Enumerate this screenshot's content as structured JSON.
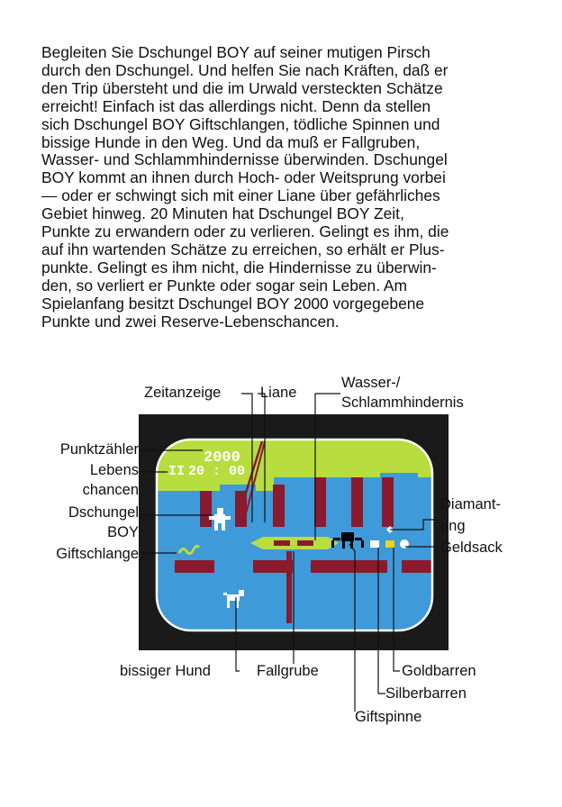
{
  "intro_lines": [
    "Begleiten Sie Dschungel BOY auf seiner mutigen Pirsch",
    "durch den Dschungel. Und helfen Sie nach Kräften, daß er",
    "den Trip übersteht und die im Urwald versteckten Schätze",
    "erreicht! Einfach ist das allerdings nicht. Denn da stellen",
    "sich Dschungel BOY Giftschlangen, tödliche Spinnen und",
    "bissige Hunde in den Weg. Und da muß er Fallgruben,",
    "Wasser- und Schlammhindernisse überwinden. Dschungel",
    "BOY kommt an ihnen durch Hoch- oder Weitsprung vorbei",
    "— oder er schwingt sich mit einer Liane über gefährliches",
    "Gebiet hinweg. 20 Minuten hat Dschungel BOY Zeit,",
    "Punkte zu erwandern oder zu verlieren. Gelingt es ihm, die",
    "auf ihn wartenden Schätze zu erreichen, so erhält er Plus-",
    "punkte. Gelingt es ihm nicht, die Hindernisse zu überwin-",
    "den, so verliert er Punkte oder sogar sein Leben. Am",
    "Spielanfang besitzt Dschungel BOY 2000 vorgegebene",
    "Punkte und zwei Reserve-Lebenschancen."
  ],
  "screen": {
    "score": "2000",
    "lives": "II",
    "timer": "20 : 00"
  },
  "labels": {
    "zeitanzeige": "Zeitanzeige",
    "liane": "Liane",
    "wasser1": "Wasser-/",
    "wasser2": "Schlammhindernis",
    "punktzaehler": "Punktzähler",
    "lebens1": "Lebens",
    "lebens2": "chancen",
    "dschungel1": "Dschungel",
    "dschungel2": "BOY",
    "giftschlange": "Giftschlange",
    "diamant1": "Diamant-",
    "diamant2": "ring",
    "geldsack": "Geldsack",
    "hund": "bissiger Hund",
    "fallgrube": "Fallgrube",
    "goldbarren": "Goldbarren",
    "silberbarren": "Silberbarren",
    "giftspinne": "Giftspinne"
  },
  "colors": {
    "sky": "#b7dd3e",
    "water": "#3f9ad9",
    "tree": "#8a1a2e",
    "bezel": "#1a1a1a",
    "pit": "#b7dd3e",
    "gold": "#f2d21e"
  }
}
